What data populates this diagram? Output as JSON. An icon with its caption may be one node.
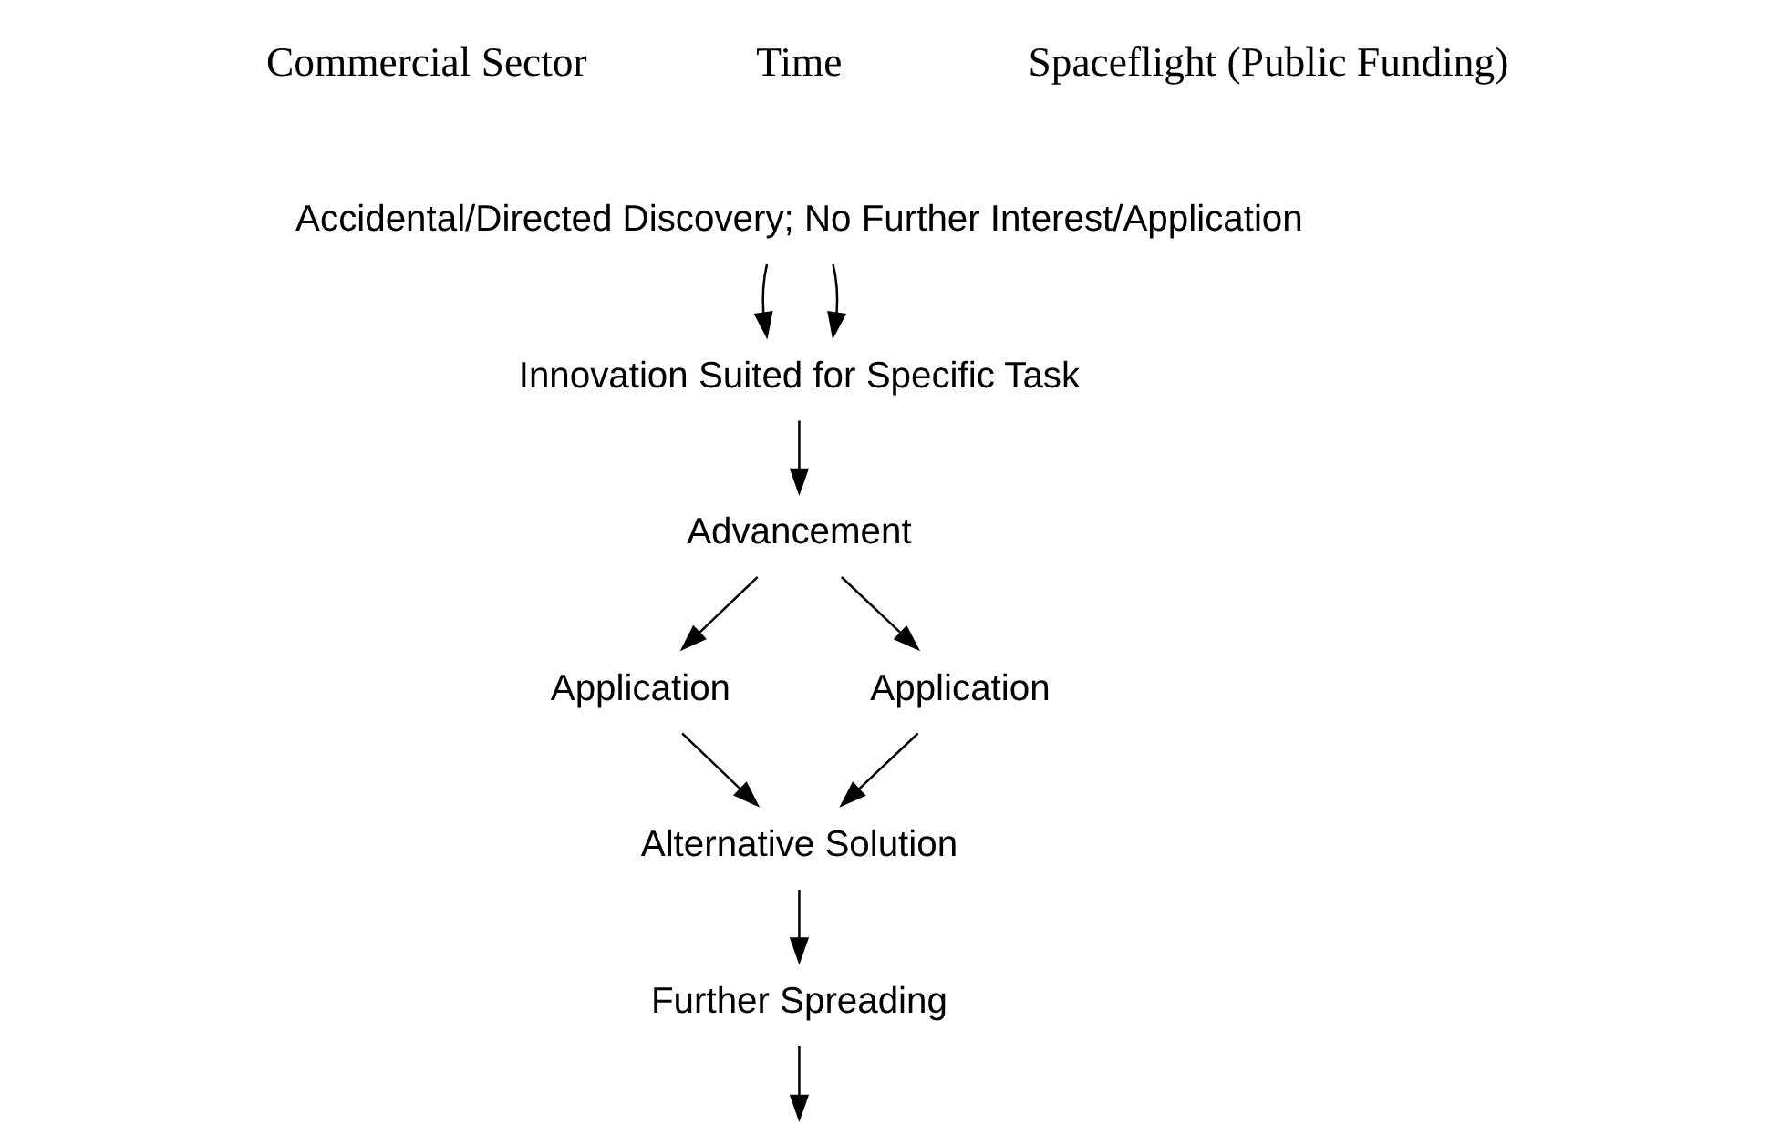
{
  "diagram": {
    "nodes": [
      {
        "text": [
          "Accidental/Directed Discovery; No Further Interest/Application"
        ]
      },
      {
        "text": [
          "Innovation Suited for Specific Task"
        ]
      },
      {
        "text": [
          "Advancement"
        ]
      },
      {
        "text": [
          "Application"
        ]
      },
      {
        "text": [
          "Application"
        ]
      },
      {
        "text": [
          "Alternative Solution"
        ]
      },
      {
        "text": [
          "Further Spreading"
        ]
      }
    ],
    "edges": [
      {
        "from": 0,
        "to": 1,
        "arrow": "to"
      },
      {
        "from": 0,
        "to": 1,
        "arrow": "to"
      },
      {
        "from": 1,
        "to": 2,
        "arrow": "to"
      },
      {
        "from": 2,
        "to": 3,
        "arrow": "to"
      },
      {
        "from": 2,
        "to": 4,
        "arrow": "to"
      },
      {
        "from": 3,
        "to": 5,
        "arrow": "to"
      },
      {
        "from": 4,
        "to": 5,
        "arrow": "to"
      },
      {
        "from": 5,
        "to": 6,
        "arrow": "to"
      },
      {
        "from": 6,
        "to": null,
        "arrow": "to"
      }
    ],
    "labels": [
      "Commercial Sector",
      "Spaceflight (Public Funding)",
      "Time"
    ]
  }
}
